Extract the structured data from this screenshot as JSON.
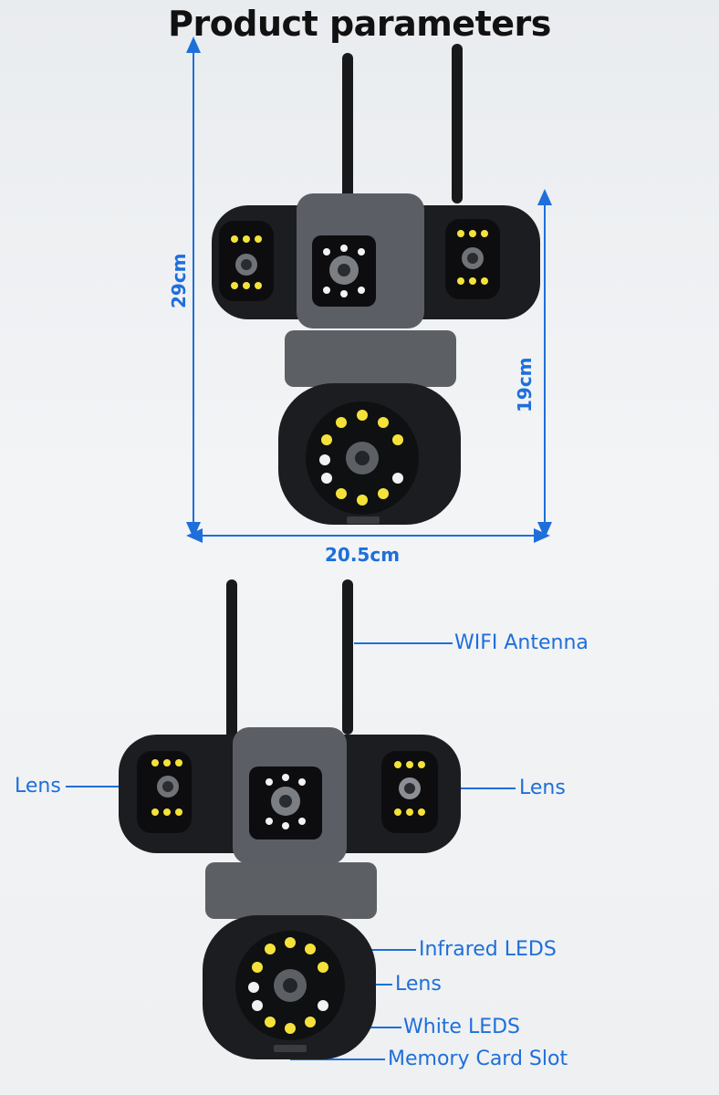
{
  "title": "Product parameters",
  "dimensions": {
    "height": "29cm",
    "body_height": "19cm",
    "width": "20.5cm"
  },
  "callouts": {
    "wifi_antenna": "WIFI Antenna",
    "lens_left": "Lens",
    "lens_right": "Lens",
    "infrared_leds": "Infrared LEDS",
    "lens_bottom": "Lens",
    "white_leds": "White LEDS",
    "memory_card_slot": "Memory Card Slot"
  },
  "colors": {
    "accent": "#1e6fd9",
    "led_yellow": "#f4e23a",
    "led_white": "#f2f2f2",
    "body_dark": "#1b1c1f",
    "body_grey": "#5c6065"
  }
}
